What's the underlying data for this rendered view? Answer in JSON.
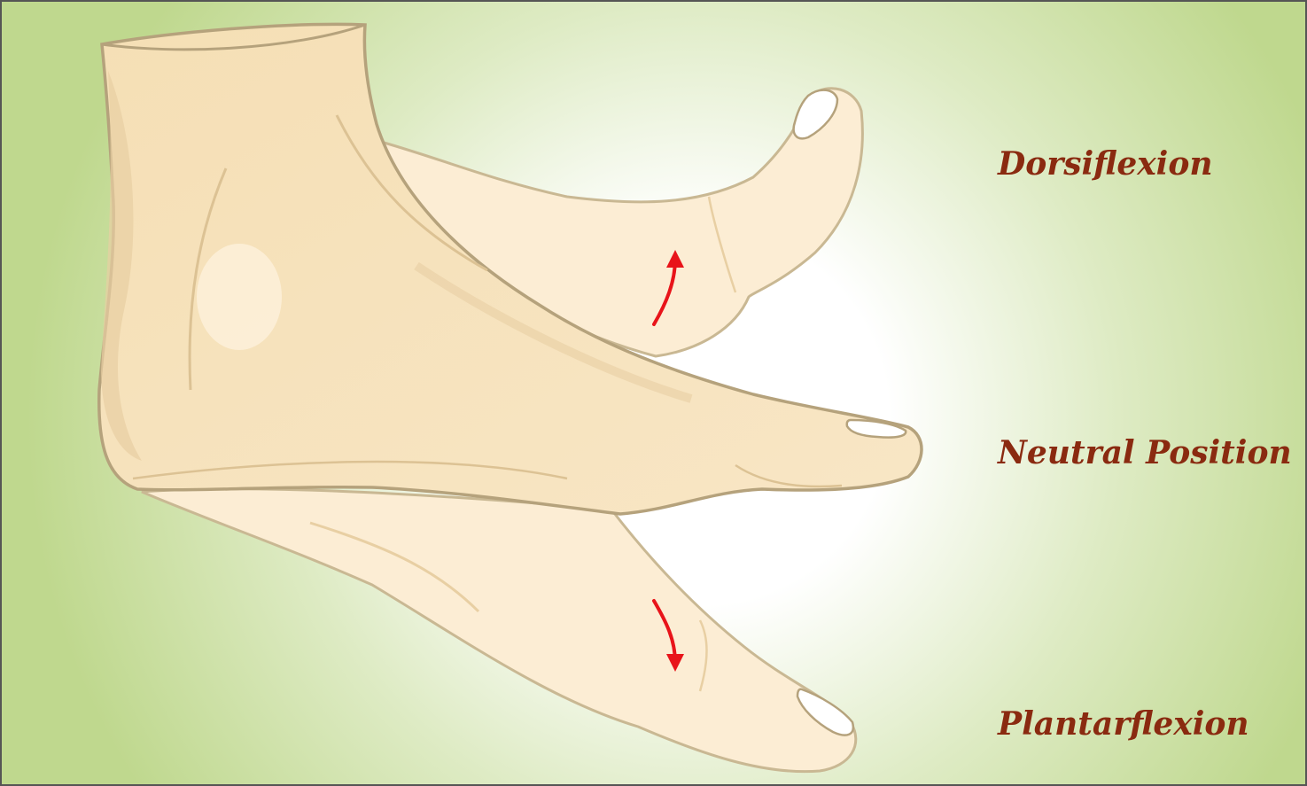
{
  "labels": {
    "dorsiflexion": "Dorsiflexion",
    "neutral": "Neutral Position",
    "plantarflexion": "Plantarflexion"
  },
  "colors": {
    "background_edge": "#bfd88e",
    "background_center": "#ffffff",
    "skin": "#f7e3bd",
    "skin_ghost": "#fcedd4",
    "skin_shadow": "#e8cfa3",
    "outline": "#b5a27c",
    "nail": "#ffffff",
    "arrow": "#e8141a",
    "label_text": "#8a2a10",
    "frame": "#555555"
  },
  "icons": {
    "dorsiflexion_arrow": "curved-arrow-up-icon",
    "plantarflexion_arrow": "curved-arrow-down-icon"
  }
}
